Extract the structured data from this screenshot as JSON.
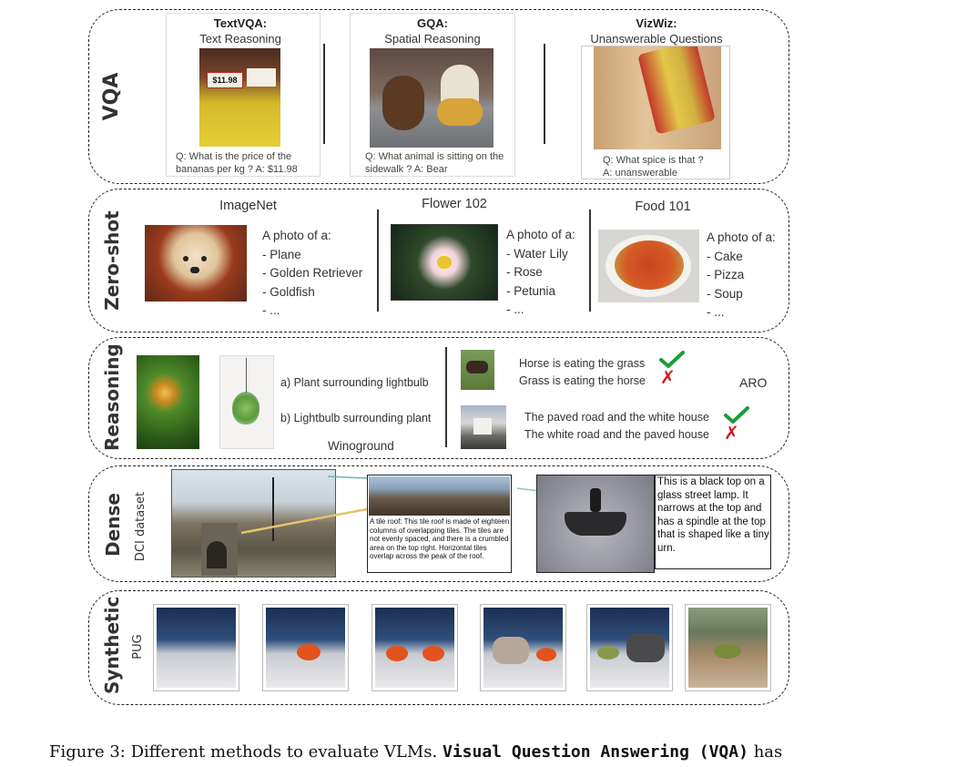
{
  "rows": {
    "vqa": "VQA",
    "zeroshot": "Zero-shot",
    "reasoning": "Reasoning",
    "dense": "Dense",
    "dense_sub": "DCI dataset",
    "synthetic": "Synthetic",
    "synthetic_sub": "PUG"
  },
  "vqa": [
    {
      "title": "TextVQA:",
      "subtitle": "Text Reasoning",
      "qa": "Q: What is the price of the bananas per kg ? A: $11.98"
    },
    {
      "title": "GQA:",
      "subtitle": "Spatial Reasoning",
      "qa": "Q: What animal is sitting on the sidewalk ? A: Bear"
    },
    {
      "title": "VizWiz:",
      "subtitle": "Unanswerable Questions",
      "qa_line1": "Q: What spice is that ?",
      "qa_line2": "A: unanswerable"
    }
  ],
  "price_tag": "$11.98",
  "zeroshot": [
    {
      "title": "ImageNet",
      "prompt": "A photo of a:",
      "options": [
        "- Plane",
        "- Golden Retriever",
        "- Goldfish",
        "- ..."
      ]
    },
    {
      "title": "Flower 102",
      "prompt": "A photo of a:",
      "options": [
        "- Water Lily",
        "- Rose",
        "- Petunia",
        "- ..."
      ]
    },
    {
      "title": "Food 101",
      "prompt": "A photo of a:",
      "options": [
        "- Cake",
        "- Pizza",
        "- Soup",
        "- ..."
      ]
    }
  ],
  "winoground": {
    "name": "Winoground",
    "option_a": "a) Plant surrounding lightbulb",
    "option_b": "b) Lightbulb surrounding plant"
  },
  "aro": {
    "name": "ARO",
    "pairs": [
      {
        "correct": "Horse is eating the grass",
        "wrong": "Grass is eating the horse"
      },
      {
        "correct": "The paved road and the white house",
        "wrong": "The white road and the paved house"
      }
    ]
  },
  "dense": {
    "tile_caption": "A tile roof: This tile roof is made of eighteen columns of overlapping tiles. The tiles are not evenly spaced, and there is a crumbled area on the top right. Horizontal tiles overlap across the peak of the roof.",
    "lamp_caption": "This is a black top on a glass street lamp. It narrows at the top and has a spindle at the top that is shaped like a tiny urn."
  },
  "caption": {
    "prefix": "Figure 3: Different methods to evaluate VLMs.",
    "bold": "Visual Question Answering (VQA)",
    "suffix": "has"
  },
  "colors": {
    "check": "#1e9c3a",
    "cross": "#d01a1a",
    "border": "#222222"
  }
}
